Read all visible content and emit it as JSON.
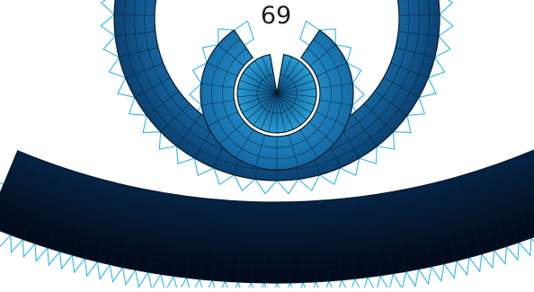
{
  "page_number": "69",
  "colors": {
    "outline": "#0a1a2a",
    "glue_tab": "#2fb6e6",
    "inner_fill": "#1a78b4",
    "outer_fill": "#04203e",
    "background": "#ffffff"
  },
  "rings": [
    {
      "name": "center-disc",
      "rows": 2,
      "segments": 28
    },
    {
      "name": "ring-1",
      "rows": 3,
      "segments": 18
    },
    {
      "name": "ring-2",
      "rows": 4,
      "segments": 30
    },
    {
      "name": "ring-3",
      "rows": 5,
      "segments": 46
    }
  ]
}
